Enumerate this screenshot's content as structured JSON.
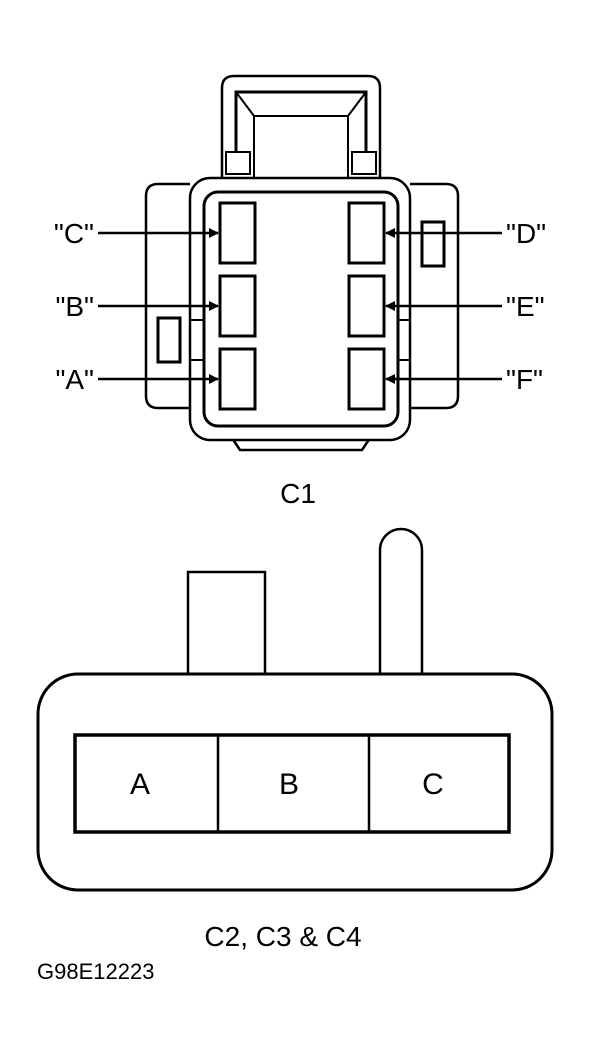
{
  "c1": {
    "caption": "C1",
    "pins_left": [
      "\"C\"",
      "\"B\"",
      "\"A\""
    ],
    "pins_right": [
      "\"D\"",
      "\"E\"",
      "\"F\""
    ]
  },
  "c2": {
    "caption": "C2, C3 & C4",
    "cells": [
      "A",
      "B",
      "C"
    ]
  },
  "figure_code": "G98E12223"
}
